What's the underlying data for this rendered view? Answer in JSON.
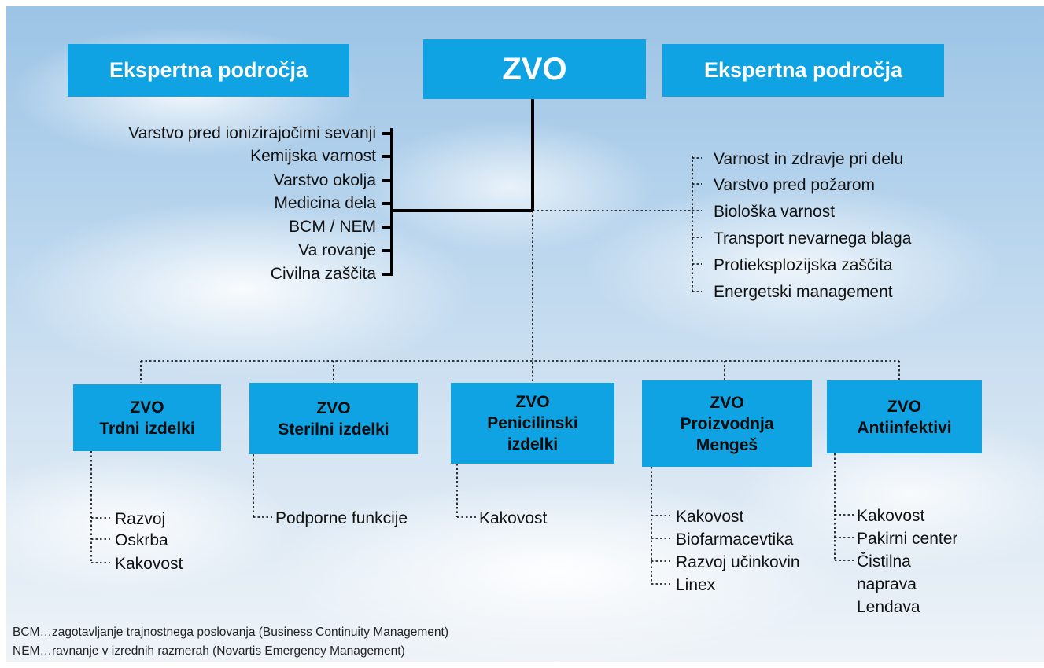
{
  "header": {
    "left_title": "Ekspertna področja",
    "center_title": "ZVO",
    "right_title": "Ekspertna področja"
  },
  "left_expert_areas": [
    "Varstvo pred ionizirajočimi sevanji",
    "Kemijska varnost",
    "Varstvo okolja",
    "Medicina dela",
    "BCM / NEM",
    "Va rovanje",
    "Civilna zaščita"
  ],
  "right_expert_areas": [
    "Varnost in zdravje pri delu",
    "Varstvo pred požarom",
    "Biološka varnost",
    "Transport nevarnega blaga",
    "Protieksplozijska zaščita",
    "Energetski management"
  ],
  "units": [
    {
      "title": [
        "ZVO",
        "Trdni izdelki"
      ],
      "items": [
        "Razvoj",
        "Oskrba",
        "Kakovost"
      ]
    },
    {
      "title": [
        "ZVO",
        "Sterilni izdelki"
      ],
      "items": [
        "Podporne funkcije"
      ]
    },
    {
      "title": [
        "ZVO",
        "Penicilinski",
        "izdelki"
      ],
      "items": [
        "Kakovost"
      ]
    },
    {
      "title": [
        "ZVO",
        "Proizvodnja",
        "Mengeš"
      ],
      "items": [
        "Kakovost",
        "Biofarmacevtika",
        "Razvoj učinkovin",
        "Linex"
      ]
    },
    {
      "title": [
        "ZVO",
        "Antiinfektivi"
      ],
      "items": [
        "Kakovost",
        "Pakirni center",
        "Čistilna",
        "naprava",
        "Lendava"
      ]
    }
  ],
  "footnotes": [
    "BCM…zagotavljanje trajnostnega poslovanja (Business Continuity Management)",
    "NEM…ravnanje v izrednih razmerah (Novartis Emergency Management)"
  ],
  "colors": {
    "box_fill": "#0fa3e3",
    "header_text": "#ffffff",
    "unit_text": "#0a0a0a",
    "line": "#000000"
  }
}
